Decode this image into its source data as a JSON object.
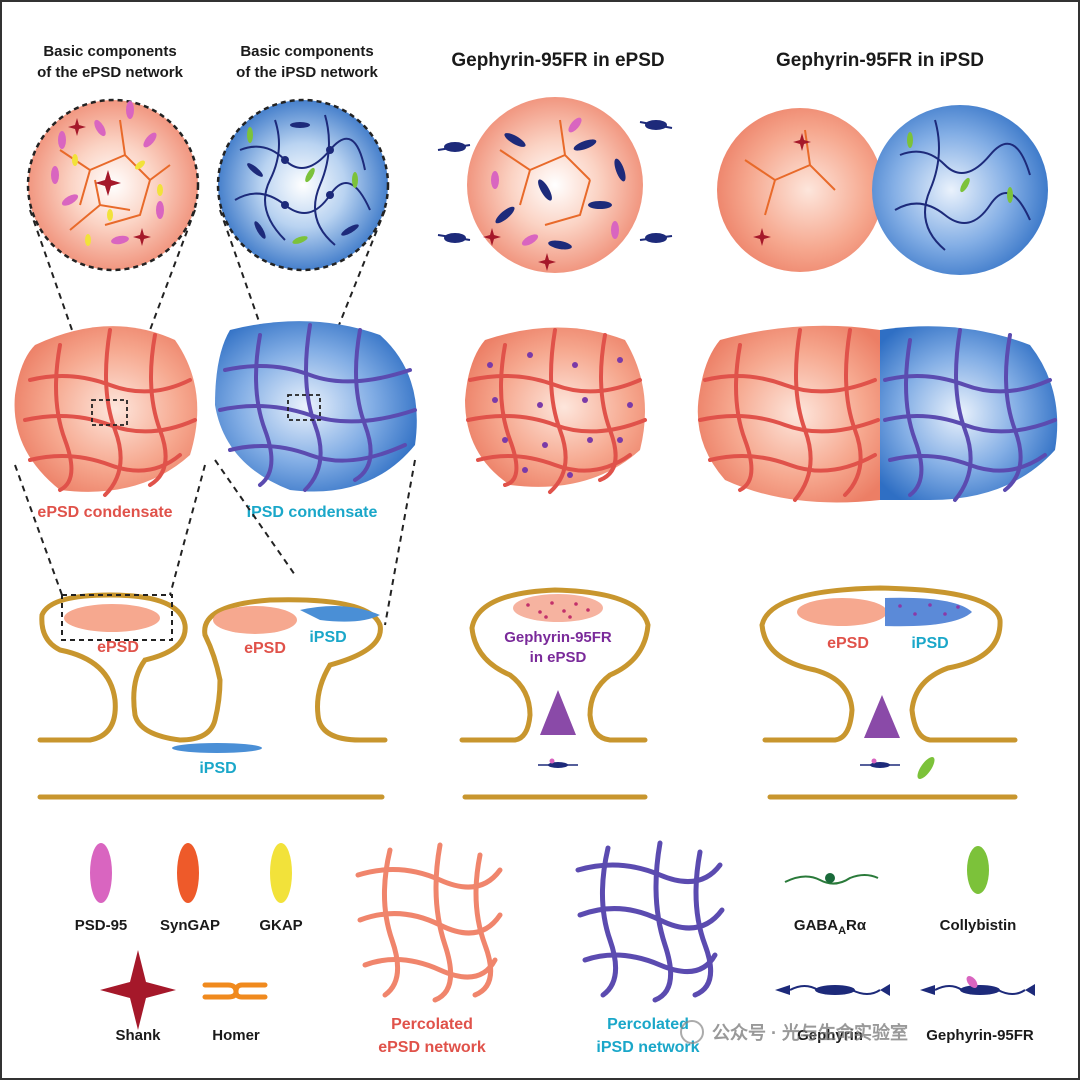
{
  "headers": {
    "epsd_basic_line1": "Basic components",
    "epsd_basic_line2": "of the ePSD network",
    "ipsd_basic_line1": "Basic components",
    "ipsd_basic_line2": "of the iPSD network",
    "geph_in_epsd": "Gephyrin-95FR in ePSD",
    "geph_in_ipsd": "Gephyrin-95FR in iPSD"
  },
  "labels": {
    "epsd_condensate": "ePSD condensate",
    "ipsd_condensate": "iPSD condensate",
    "epsd": "ePSD",
    "ipsd": "iPSD",
    "geph_line1": "Gephyrin-95FR",
    "geph_line2": "in ePSD"
  },
  "legend": {
    "psd95": "PSD-95",
    "syngap": "SynGAP",
    "gkap": "GKAP",
    "shank": "Shank",
    "homer": "Homer",
    "perc_epsd_line1": "Percolated",
    "perc_epsd_line2": "ePSD network",
    "perc_ipsd_line1": "Percolated",
    "perc_ipsd_line2": "iPSD network",
    "gabaar_prefix": "GABA",
    "gabaar_sub": "A",
    "gabaar_suffix": "Rα",
    "collybistin": "Collybistin",
    "gephyrin": "Gephyrin",
    "gephyrin95fr": "Gephyrin-95FR"
  },
  "watermark": "公众号 · 光与生命实验室",
  "colors": {
    "epsd_red": "#e0524a",
    "ipsd_blue": "#2f6fc4",
    "ipsd_label_cyan": "#1aa7c9",
    "membrane_gold": "#c8962e",
    "psd95_pink": "#d965c0",
    "syngap_orange": "#ee5a2a",
    "gkap_yellow": "#f2e23a",
    "shank_darkred": "#a5182a",
    "homer_orange": "#f08a1e",
    "collybistin_green": "#7cc23a",
    "gephyrin_navy": "#1d2a7a",
    "network_purple": "#5b4bb0"
  },
  "icons": [
    "psd95-icon",
    "syngap-icon",
    "gkap-icon",
    "shank-icon",
    "homer-icon",
    "gabaar-icon",
    "collybistin-icon",
    "gephyrin-icon",
    "gephyrin95fr-icon",
    "receptor-arrow-icon"
  ]
}
